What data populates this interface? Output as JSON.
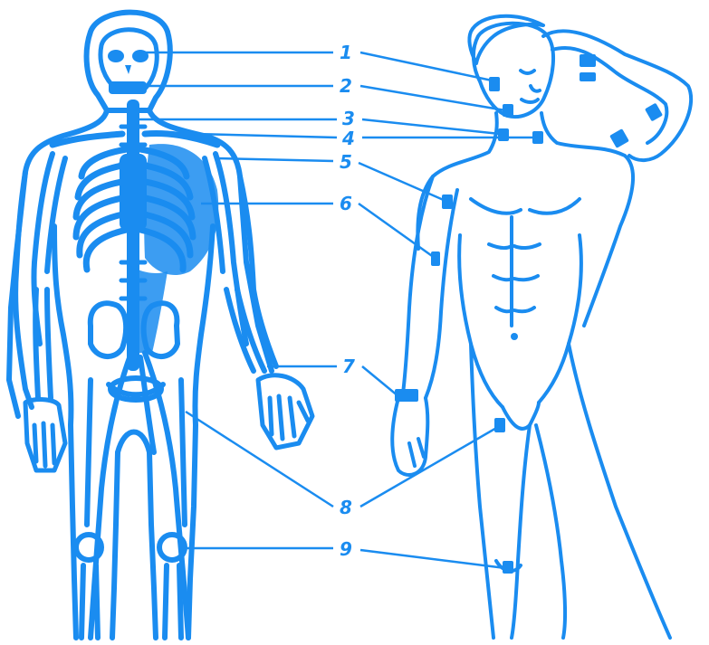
{
  "figure": {
    "ink_color": "#1a8cf0",
    "background": "#ffffff",
    "labels": [
      "1",
      "2",
      "3",
      "4",
      "5",
      "6",
      "7",
      "8",
      "9"
    ]
  }
}
